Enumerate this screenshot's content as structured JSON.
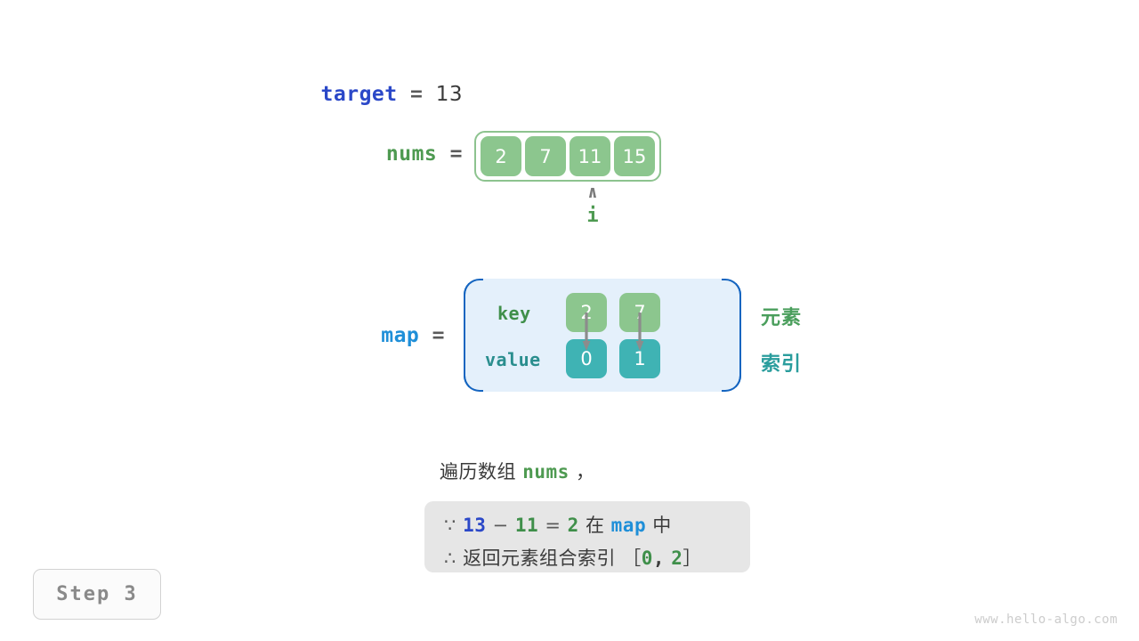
{
  "variables": {
    "target": {
      "name": "target",
      "equals": "=",
      "value": "13"
    },
    "nums": {
      "name": "nums",
      "equals": "=",
      "cells": [
        "2",
        "7",
        "11",
        "15"
      ]
    },
    "map": {
      "name": "map",
      "equals": "=",
      "key_row_label": "key",
      "value_row_label": "value",
      "pairs": [
        {
          "key": "2",
          "value": "0"
        },
        {
          "key": "7",
          "value": "1"
        }
      ]
    }
  },
  "pointer": {
    "caret": "∧",
    "label": "i"
  },
  "annotations": {
    "element": "元素",
    "index": "索引"
  },
  "caption": {
    "prefix": "遍历数组",
    "code": "nums",
    "suffix": "，"
  },
  "conclusion": {
    "line1": {
      "symbol": "∵",
      "a": "13",
      "minus": "−",
      "b": "11",
      "eq": "=",
      "result": "2",
      "in_text": "在",
      "container": "map",
      "tail": "中"
    },
    "line2": {
      "symbol": "∴",
      "text": "返回元素组合索引",
      "bracket_open": "［",
      "idx1": "0",
      "comma": ",",
      "idx2": "2",
      "bracket_close": "］"
    }
  },
  "step_badge": {
    "label": "Step 3"
  },
  "watermark": {
    "text": "www.hello-algo.com"
  },
  "colors": {
    "array_cell": "#8cc68e",
    "map_value_cell": "#3fb3b4",
    "map_box_fill": "#e4f0fb",
    "map_box_border": "#1565c0",
    "target_name": "#2b48c8",
    "nums_name": "#4e9a51",
    "map_name": "#1f8fd8",
    "element_label": "#4a9e5c",
    "index_label": "#2a9d9d",
    "conclusion_bg": "#e6e6e6",
    "step_badge_text": "#8a8a8a",
    "watermark": "#cccccc"
  }
}
